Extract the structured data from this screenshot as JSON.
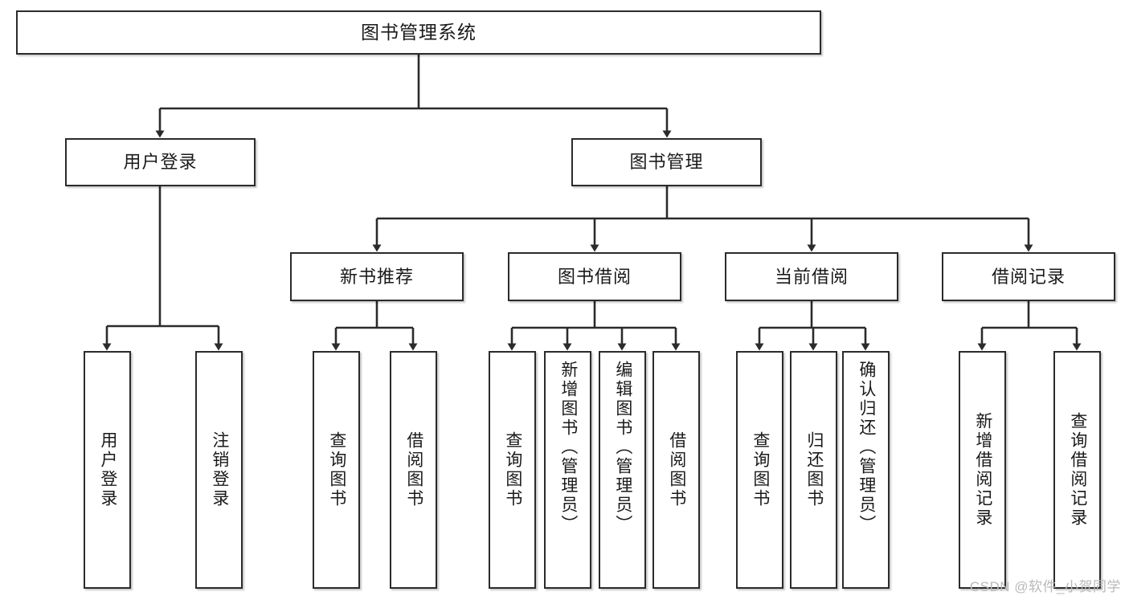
{
  "diagram": {
    "title": "图书管理系统",
    "type": "tree",
    "watermark": "CSDN @软件_小贺同学",
    "colors": {
      "box_border": "#2b2b2b",
      "box_fill": "#ffffff",
      "connector": "#2b2b2b",
      "text": "#1a1a1a",
      "watermark": "#b9b9b9",
      "background": "#ffffff"
    },
    "root": {
      "label": "图书管理系统"
    },
    "level2": [
      {
        "label": "用户登录"
      },
      {
        "label": "图书管理"
      }
    ],
    "level3": [
      {
        "label": "新书推荐"
      },
      {
        "label": "图书借阅"
      },
      {
        "label": "当前借阅"
      },
      {
        "label": "借阅记录"
      }
    ],
    "leaves": {
      "user_login": [
        {
          "label": "用户登录"
        },
        {
          "label": "注销登录"
        }
      ],
      "new_book_recommend": [
        {
          "label": "查询图书"
        },
        {
          "label": "借阅图书"
        }
      ],
      "book_borrow": [
        {
          "label": "查询图书"
        },
        {
          "label": "新增图书（管理员）"
        },
        {
          "label": "编辑图书（管理员）"
        },
        {
          "label": "借阅图书"
        }
      ],
      "current_borrow": [
        {
          "label": "查询图书"
        },
        {
          "label": "归还图书"
        },
        {
          "label": "确认归还（管理员）"
        }
      ],
      "borrow_record": [
        {
          "label": "新增借阅记录"
        },
        {
          "label": "查询借阅记录"
        }
      ]
    }
  }
}
